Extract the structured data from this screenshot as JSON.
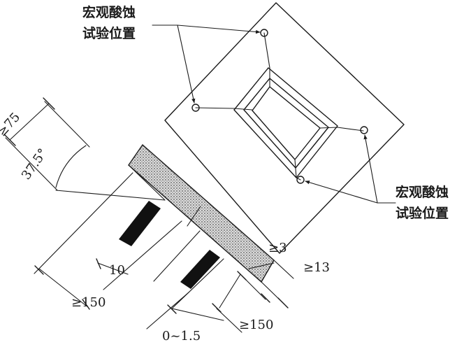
{
  "labels": {
    "etch_top_line1": "宏观酸蚀",
    "etch_top_line2": "试验位置",
    "etch_bottom_line1": "宏观酸蚀",
    "etch_bottom_line2": "试验位置"
  },
  "dimensions": {
    "min_75": "≥75",
    "angle": "37.5°",
    "gap_10": "10",
    "min_150_left": "≥150",
    "range_0_1_5": "0~1.5",
    "min_150_right": "≥150",
    "min_3": "≥3",
    "min_13": "≥13"
  },
  "colors": {
    "ink": "#1a1a1a",
    "weld_fill": "#b9b9b9",
    "paper": "#ffffff"
  }
}
